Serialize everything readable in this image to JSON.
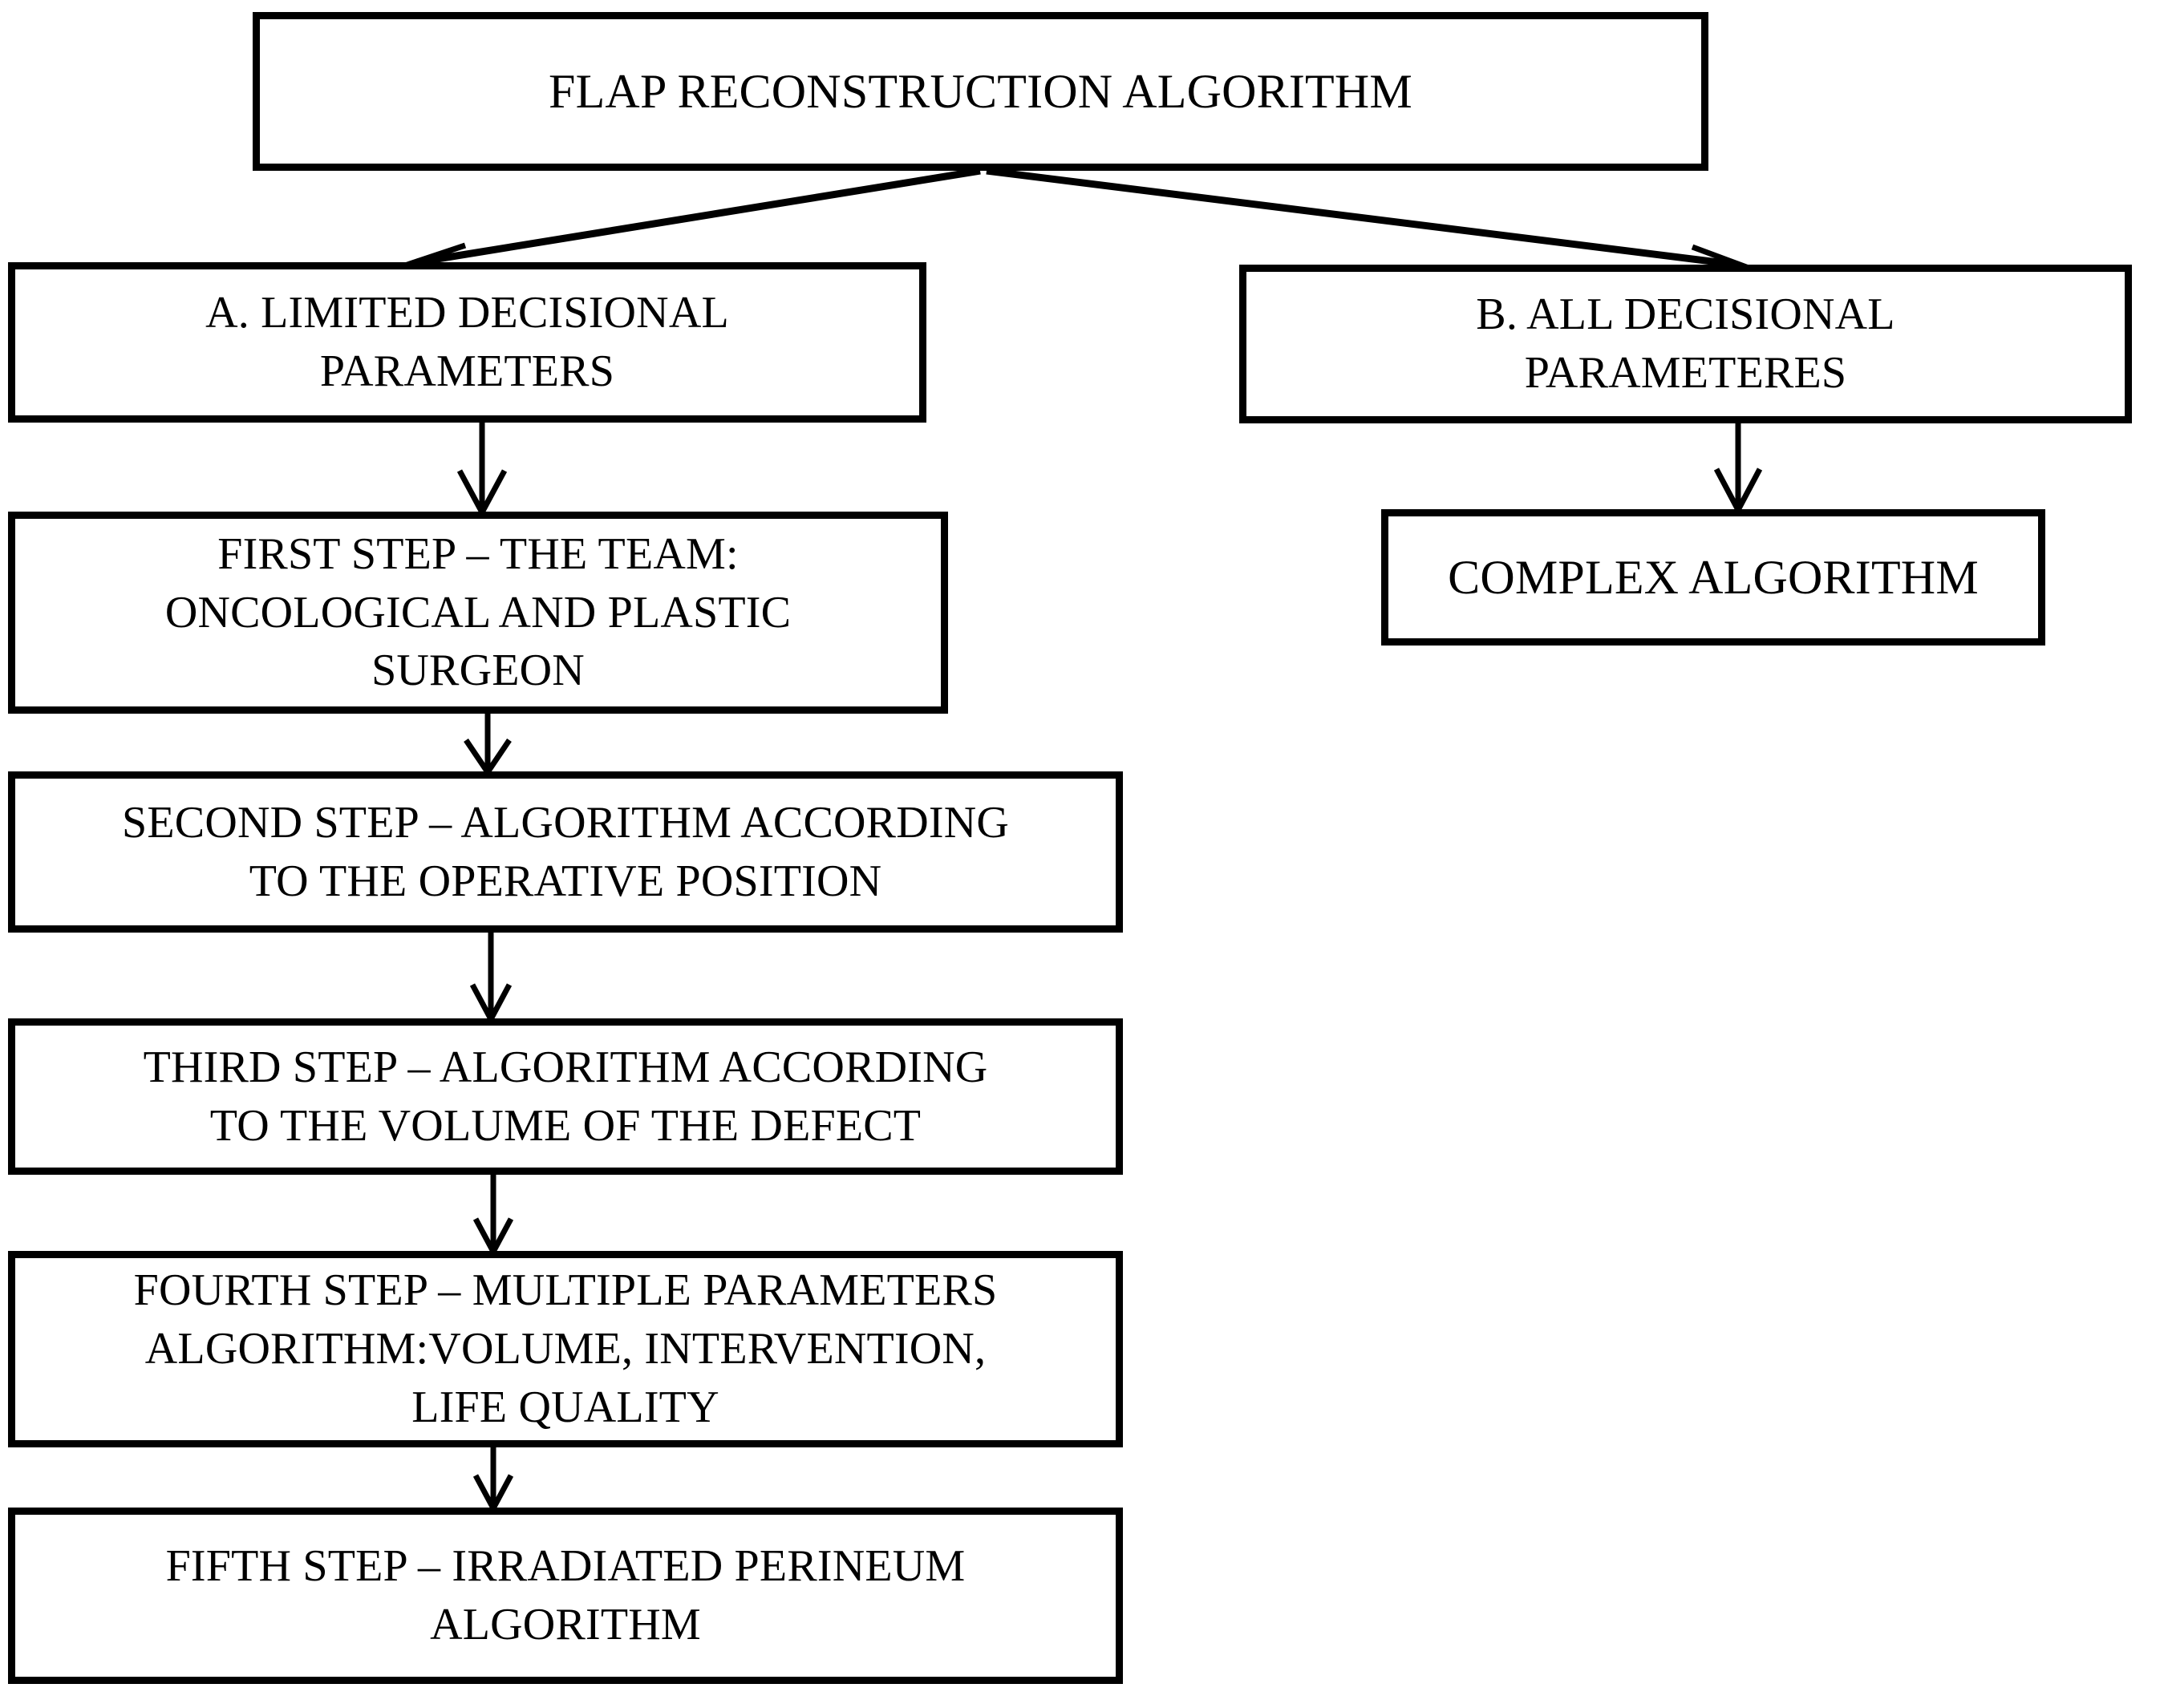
{
  "diagram": {
    "title": "FLAP RECONSTRUCTION ALGORITHM",
    "type": "flowchart",
    "orientation": "top-down",
    "colors": {
      "background": "#ffffff",
      "box_border": "#000000",
      "box_fill": "#ffffff",
      "text": "#000000",
      "connector": "#000000"
    },
    "nodes": {
      "root": "FLAP RECONSTRUCTION ALGORITHM",
      "branch_a": "A. LIMITED DECISIONAL\nPARAMETERS",
      "branch_b": "B. ALL DECISIONAL\nPARAMETERES",
      "step_1": "FIRST STEP – THE TEAM:\nONCOLOGICAL AND PLASTIC\nSURGEON",
      "complex": "COMPLEX ALGORITHM",
      "step_2": "SECOND STEP – ALGORITHM ACCORDING\nTO THE OPERATIVE POSITION",
      "step_3": "THIRD STEP – ALGORITHM ACCORDING\nTO THE VOLUME OF THE DEFECT",
      "step_4": "FOURTH STEP – MULTIPLE PARAMETERS\nALGORITHM:VOLUME, INTERVENTION,\nLIFE QUALITY",
      "step_5": "FIFTH STEP – IRRADIATED PERINEUM\nALGORITHM"
    },
    "edges": [
      {
        "name": "root-to-branch-a",
        "from": "root",
        "to": "branch_a",
        "style": "diagonal-arrow"
      },
      {
        "name": "root-to-branch-b",
        "from": "root",
        "to": "branch_b",
        "style": "diagonal-arrow"
      },
      {
        "name": "branch-a-to-step-1",
        "from": "branch_a",
        "to": "step_1",
        "style": "vertical-arrow"
      },
      {
        "name": "branch-b-to-complex",
        "from": "branch_b",
        "to": "complex",
        "style": "vertical-arrow"
      },
      {
        "name": "step-1-to-step-2",
        "from": "step_1",
        "to": "step_2",
        "style": "vertical-arrow"
      },
      {
        "name": "step-2-to-step-3",
        "from": "step_2",
        "to": "step_3",
        "style": "vertical-arrow"
      },
      {
        "name": "step-3-to-step-4",
        "from": "step_3",
        "to": "step_4",
        "style": "vertical-arrow"
      },
      {
        "name": "step-4-to-step-5",
        "from": "step_4",
        "to": "step_5",
        "style": "vertical-arrow"
      }
    ]
  }
}
